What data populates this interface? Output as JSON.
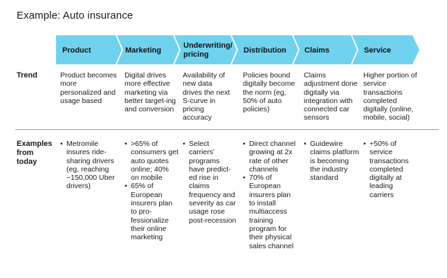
{
  "title": "Example: Auto insurance",
  "stages": [
    "Product",
    "Marketing",
    "Underwriting/\npricing",
    "Distribution",
    "Claims",
    "Service"
  ],
  "rows": [
    {
      "label": "Trend",
      "cells": [
        [
          "Product becomes more personalized and usage based"
        ],
        [
          "Digital drives more effective marketing via better target-ing and conversion"
        ],
        [
          "Availability of new data drives the next S-curve in pricing accuracy"
        ],
        [
          "Policies bound digitally become the norm (eg, 50% of auto policies)"
        ],
        [
          "Claims adjustment done digitally via integration with connected car sensors"
        ],
        [
          "Higher portion of service transactions completed digitally (online, mobile, social)"
        ]
      ]
    },
    {
      "label": "Examples from today",
      "cells": [
        [
          "Metromile insures ride-sharing drivers (eg, reaching ~150,000 Uber drivers)"
        ],
        [
          ">65% of consumers get auto quotes online; 40% on mobile",
          "65% of European insurers plan to pro-fessionalize their online marketing"
        ],
        [
          "Select carriers' programs have predict-ed rise in claims frequency and severity as car usage rose post-recession"
        ],
        [
          "Direct channel growing at 2x rate of other channels",
          "70% of European insurers plan to install multiaccess training program for their physical sales channel"
        ],
        [
          "Guidewire claims platform is becoming the industry standard"
        ],
        [
          "+50% of service transactions completed digitally at leading carriers"
        ]
      ]
    }
  ],
  "colors": {
    "chevron": "#6FD3EF",
    "divider": "#9a9a9a",
    "text": "#1a1a1a"
  }
}
